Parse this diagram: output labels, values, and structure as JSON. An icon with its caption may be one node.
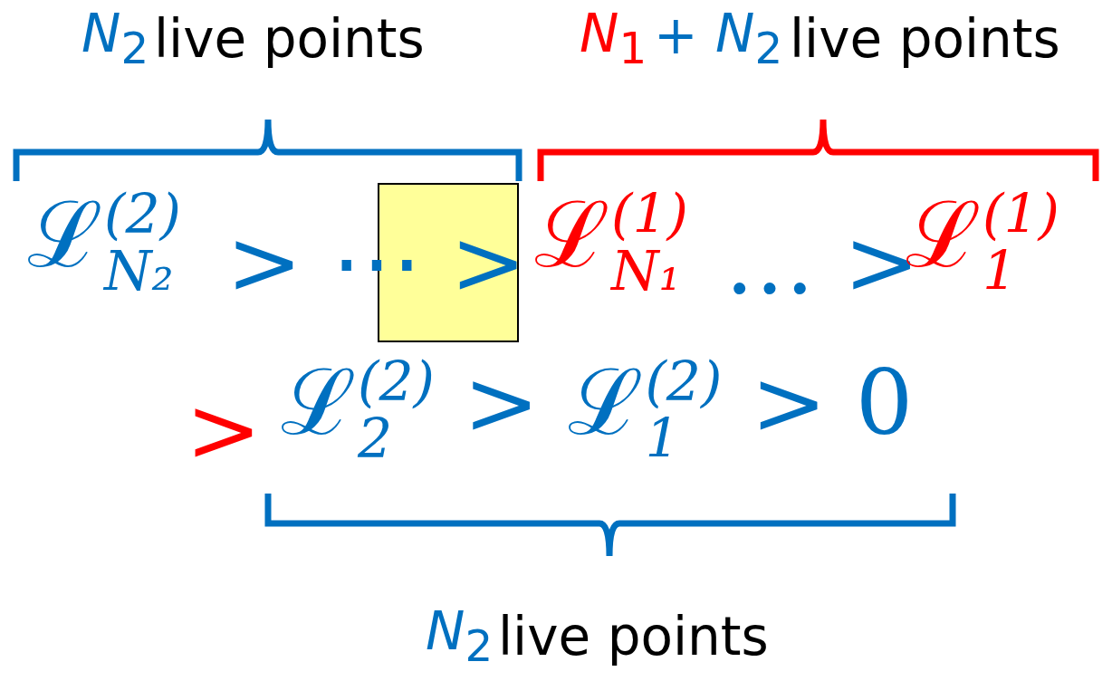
{
  "diagram": {
    "labels": [
      "*N*$_{2}$",
      "live points",
      "*N*$_{1}$",
      "+",
      "*N*$_{2}$",
      "live points",
      "ℒ$^{(2)}$$_{N₂}$",
      "> ⋯ >",
      "ℒ$^{(1)}$$_{N₁}$",
      "… >",
      "ℒ$^{(1)}$$_{1}$",
      ">",
      "ℒ$^{(2)}$$_{2}$ > ℒ$^{(2)}$$_{1}$ > 0",
      "*N*$_{2}$",
      "live points"
    ]
  }
}
